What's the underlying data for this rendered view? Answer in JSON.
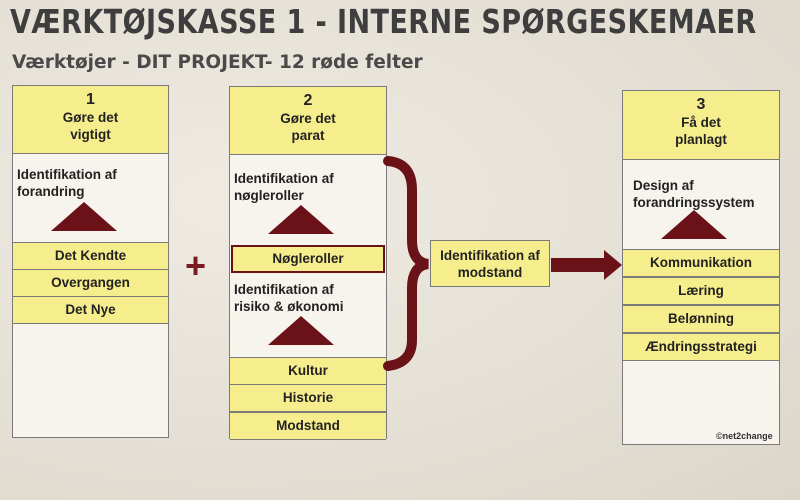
{
  "title": "VÆRKTØJSKASSE 1 - INTERNE SPØRGESKEMAER",
  "subtitle": "Værktøjer - DIT PROJEKT- 12 røde felter",
  "col1": {
    "num": "1",
    "label1": "Gøre det",
    "label2": "vigtigt",
    "section1": "Identifikation af",
    "section2": "forandring",
    "items": [
      "Det Kendte",
      "Overgangen",
      "Det Nye"
    ]
  },
  "plus": "+",
  "col2": {
    "num": "2",
    "label1": "Gøre det",
    "label2": "parat",
    "sectionA1": "Identifikation af",
    "sectionA2": "nøgleroller",
    "highlight": "Nøgleroller",
    "sectionB1": "Identifikation af",
    "sectionB2": "risiko & økonomi",
    "items": [
      "Kultur",
      "Historie",
      "Modstand"
    ]
  },
  "middle": {
    "line1": "Identifikation af",
    "line2": "modstand"
  },
  "col3": {
    "num": "3",
    "label1": "Få det",
    "label2": "planlagt",
    "section1": "Design af",
    "section2": "forandringssystem",
    "items": [
      "Kommunikation",
      "Læring",
      "Belønning",
      "Ændringsstrategi"
    ]
  },
  "copyright": "©net2change",
  "colors": {
    "accent": "#6b1219",
    "box": "#f6ee8c",
    "panel": "#f7f4ee"
  }
}
